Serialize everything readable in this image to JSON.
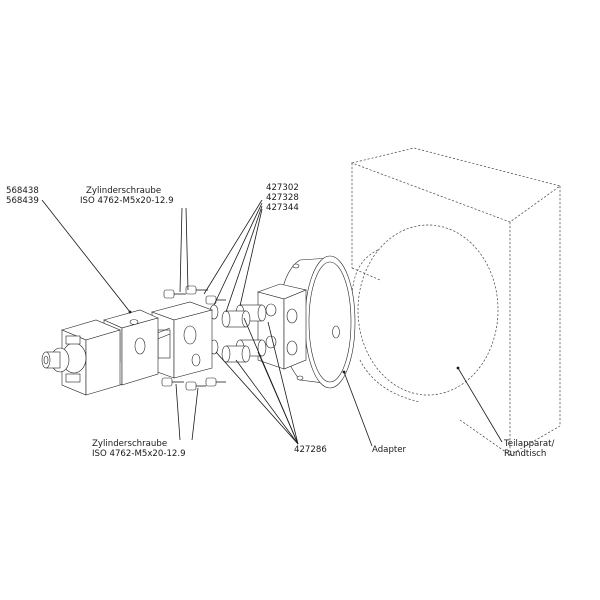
{
  "labels": {
    "part_a1": "568438",
    "part_a2": "568439",
    "screw_top_l1": "Zylinderschraube",
    "screw_top_l2": "ISO 4762-M5x20-12.9",
    "pin_1": "427302",
    "pin_2": "427328",
    "pin_3": "427344",
    "screw_bot_l1": "Zylinderschraube",
    "screw_bot_l2": "ISO 4762-M5x20-12.9",
    "pin_bottom": "427286",
    "adapter": "Adapter",
    "indexer_l1": "Teilapparat/",
    "indexer_l2": "Rundtisch"
  }
}
